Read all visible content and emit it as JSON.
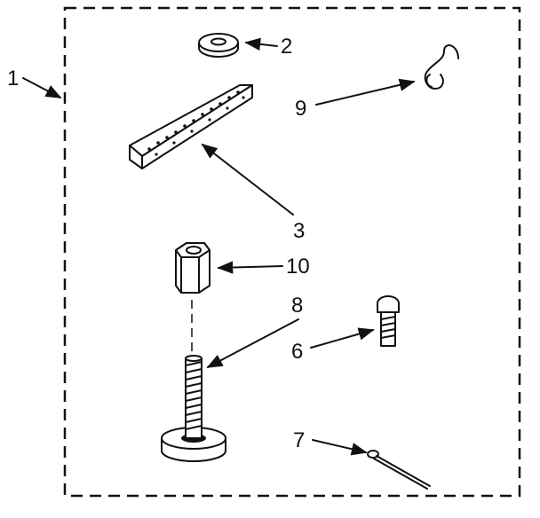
{
  "diagram": {
    "callouts": {
      "kit": "1",
      "washer": "2",
      "bracket": "3",
      "foot": "6",
      "pin": "7",
      "leveling_leg": "8",
      "hook": "9",
      "nut": "10"
    }
  }
}
